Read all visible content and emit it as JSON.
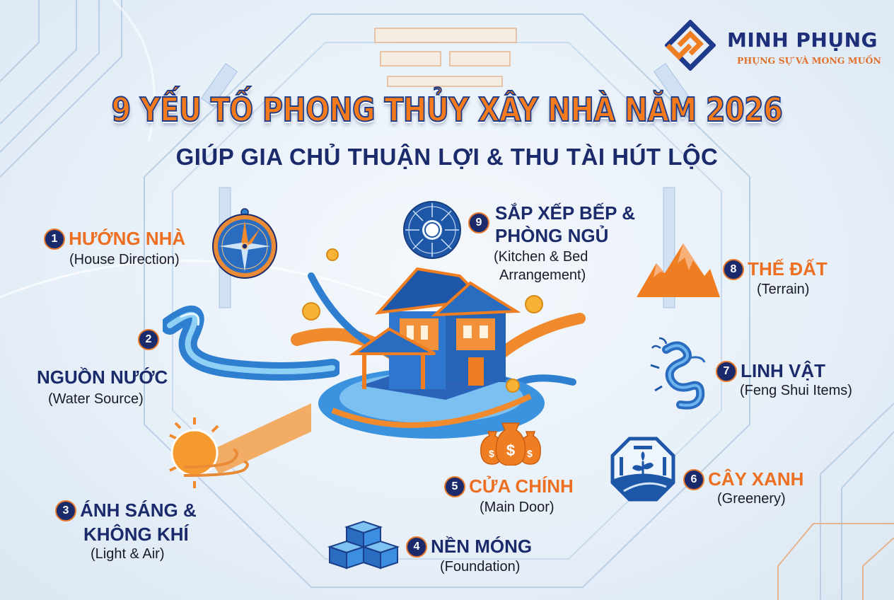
{
  "brand": {
    "name": "MINH PHỤNG",
    "tagline": "PHỤNG SỰ VÀ MONG MUỐN",
    "colors": {
      "navy": "#1b2a6b",
      "orange": "#ec6f22",
      "blue": "#2f7fd1"
    }
  },
  "header": {
    "title": "9 YẾU TỐ PHONG THỦY XÂY NHÀ NĂM 2026",
    "subtitle": "GIÚP GIA CHỦ THUẬN LỢI & THU TÀI HÚT LỘC"
  },
  "items": [
    {
      "number": "1",
      "title": "HƯỚNG NHÀ",
      "title_color": "orange",
      "subtitle": "(House Direction)",
      "icon": "compass-icon"
    },
    {
      "number": "2",
      "title": "NGUỒN NƯỚC",
      "title_color": "navy",
      "subtitle": "(Water Source)",
      "icon": "water-wave-icon"
    },
    {
      "number": "3",
      "title_line1": "ÁNH SÁNG &",
      "title_line2": "KHÔNG KHÍ",
      "title_color": "navy",
      "subtitle": "(Light & Air)",
      "icon": "sun-wind-icon"
    },
    {
      "number": "4",
      "title": "NỀN MÓNG",
      "title_color": "navy",
      "subtitle": "(Foundation)",
      "icon": "blocks-icon"
    },
    {
      "number": "5",
      "title": "CỬA CHÍNH",
      "title_color": "orange",
      "subtitle": "(Main Door)",
      "icon": "money-bags-icon"
    },
    {
      "number": "6",
      "title": "CÂY XANH",
      "title_color": "orange",
      "subtitle": "(Greenery)",
      "icon": "plant-bagua-icon"
    },
    {
      "number": "7",
      "title": "LINH VẬT",
      "title_color": "navy",
      "subtitle": "(Feng Shui Items)",
      "icon": "dragon-icon"
    },
    {
      "number": "8",
      "title": "THẾ ĐẤT",
      "title_color": "orange",
      "subtitle": "(Terrain)",
      "icon": "mountain-icon"
    },
    {
      "number": "9",
      "title_line1": "SẮP XẾP BẾP &",
      "title_line2": "PHÒNG NGỦ",
      "title_color": "navy",
      "subtitle_line1": "(Kitchen & Bed",
      "subtitle_line2": "Arrangement)",
      "icon": "bagua-icon"
    }
  ],
  "center": {
    "illustration": "house-icon"
  }
}
